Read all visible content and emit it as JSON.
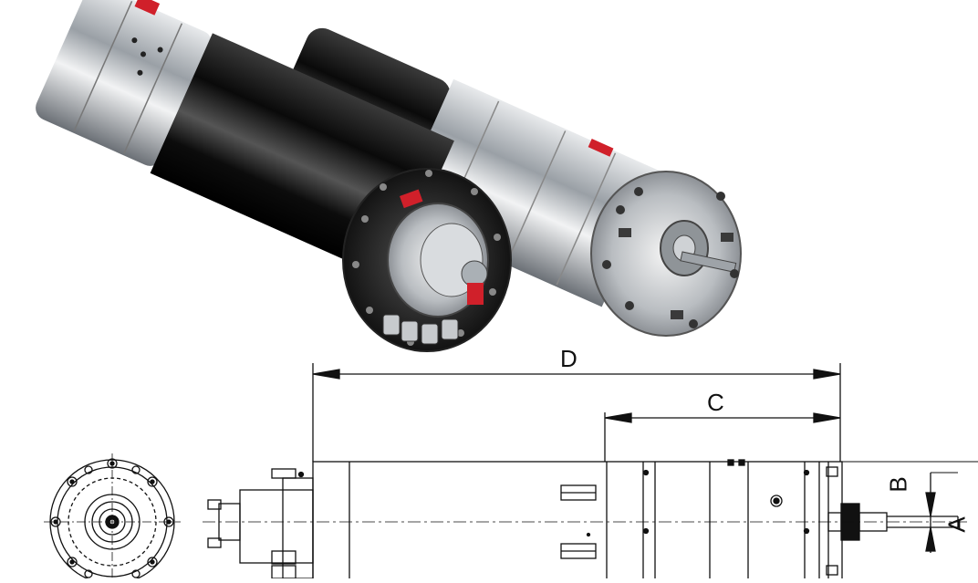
{
  "dimensions": {
    "D": "D",
    "C": "C",
    "B": "B",
    "A": "A"
  },
  "colors": {
    "housing_black": "#111111",
    "steel": "#b8bcc0",
    "accent_red": "#d0202a",
    "line": "#111111"
  },
  "icons": {
    "photo_left": "spindle-rear-view-photo",
    "photo_right": "spindle-front-view-photo",
    "front_view": "spindle-front-view-drawing",
    "side_view": "spindle-side-view-drawing"
  }
}
